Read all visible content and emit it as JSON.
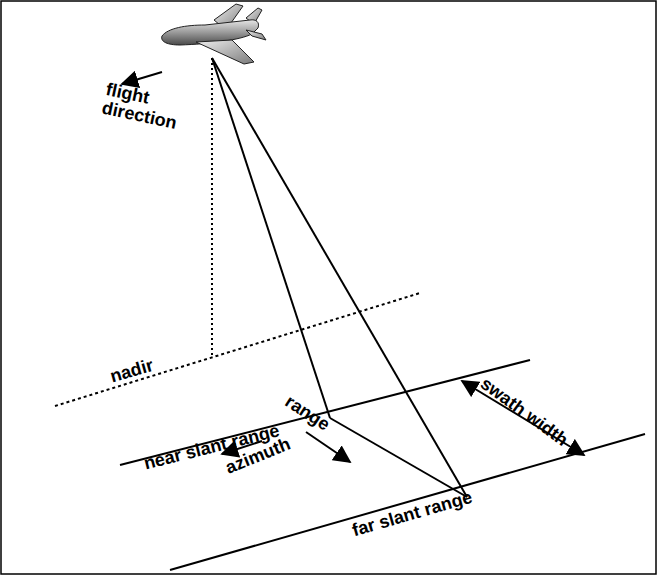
{
  "diagram": {
    "labels": [
      "flight direction",
      "nadir",
      "near slant range",
      "range",
      "azimuth",
      "swath width",
      "far slant range"
    ]
  }
}
